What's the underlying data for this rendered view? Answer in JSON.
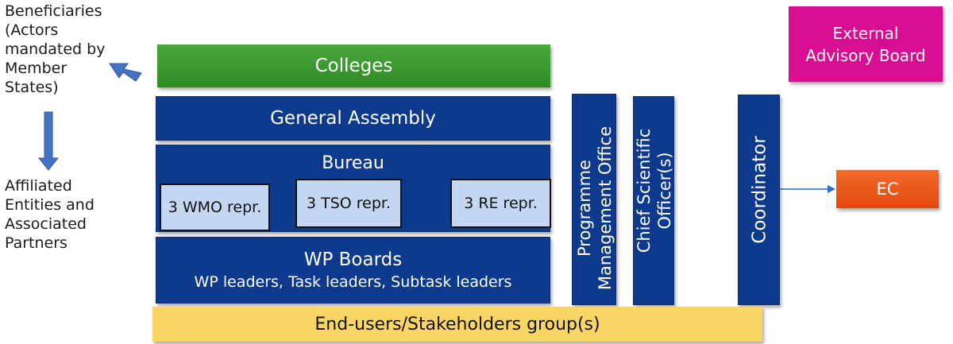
{
  "left_text": {
    "beneficiaries": [
      "Beneficiaries",
      "(Actors",
      "mandated by",
      "Member",
      "States)"
    ],
    "affiliated": [
      "Affiliated",
      "Entities and",
      "Associated",
      "Partners"
    ]
  },
  "boxes": {
    "colleges": "Colleges",
    "general_assembly": "General Assembly",
    "bureau": "Bureau",
    "repr_wmo": "3 WMO repr.",
    "repr_tso": "3 TSO repr.",
    "repr_re": "3 RE repr.",
    "wp_boards_title": "WP Boards",
    "wp_boards_sub": "WP leaders, Task leaders, Subtask leaders",
    "end_users": "End-users/Stakeholders group(s)",
    "pmo_line1": "Programme",
    "pmo_line2": "Management Office",
    "cso_line1": "Chief Scientific",
    "cso_line2": "Officer(s)",
    "coordinator": "Coordinator",
    "external_line1": "External",
    "external_line2": "Advisory Board",
    "ec": "EC"
  },
  "colors": {
    "navy": "#0d3a8c",
    "green": "#3a9a2e",
    "magenta": "#d70d92",
    "orange": "#ea5a1c",
    "yellow": "#f9d566",
    "repr_fill": "#c4d7f2",
    "arrow_blue": "#4472c4"
  }
}
